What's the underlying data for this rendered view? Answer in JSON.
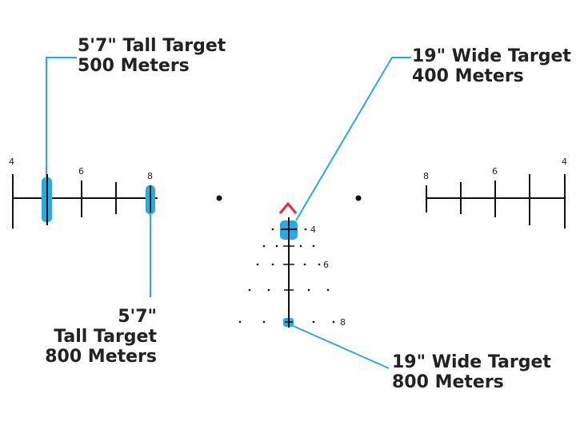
{
  "callouts": {
    "tall_500": {
      "line1": "5'7\" Tall Target",
      "line2": "500 Meters"
    },
    "wide_400": {
      "line1": "19\" Wide Target",
      "line2": "400 Meters"
    },
    "tall_800": {
      "line1": "5'7\"",
      "line2": "Tall Target",
      "line3": "800 Meters"
    },
    "wide_800": {
      "line1": "19\" Wide Target",
      "line2": "800 Meters"
    }
  },
  "left_scale": {
    "labels": [
      "4",
      "6",
      "8"
    ]
  },
  "right_scale": {
    "labels": [
      "8",
      "6",
      "4"
    ]
  },
  "vertical_scale": {
    "labels": [
      "4",
      "6",
      "8"
    ]
  },
  "colors": {
    "reticle": "#111111",
    "target_highlight": "#29abe2",
    "leader_line": "#29abe2",
    "chevron": "#e8283a"
  }
}
